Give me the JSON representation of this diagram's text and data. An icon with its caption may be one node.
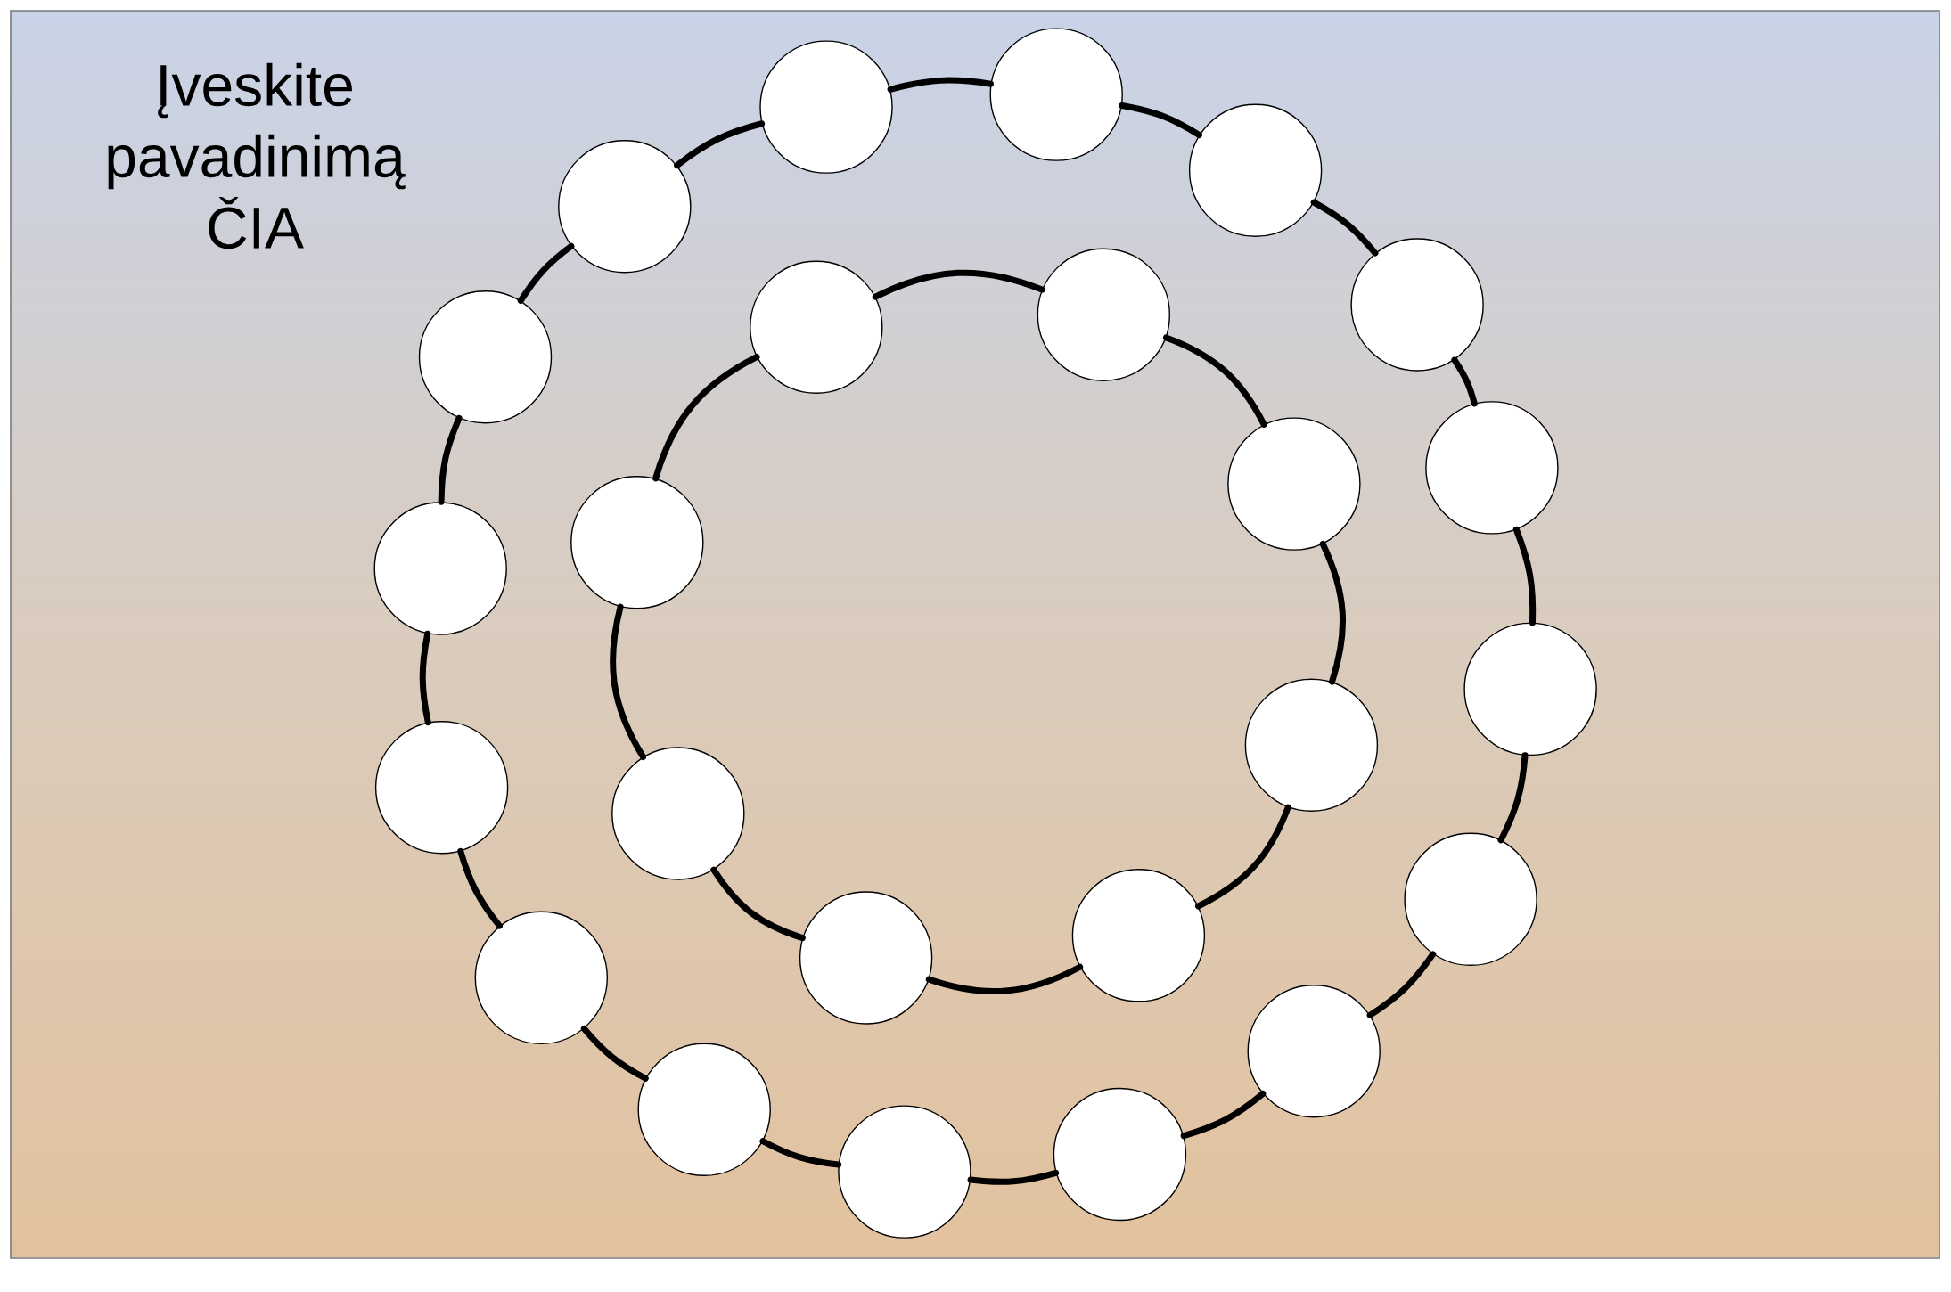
{
  "diagram": {
    "title": "Įveskite pavadinimą ČIA",
    "nodes": [
      {
        "text": [],
        "shape": "circle"
      },
      {
        "text": [],
        "shape": "circle"
      },
      {
        "text": [],
        "shape": "circle"
      },
      {
        "text": [],
        "shape": "circle"
      },
      {
        "text": [],
        "shape": "circle"
      },
      {
        "text": [],
        "shape": "circle"
      },
      {
        "text": [],
        "shape": "circle"
      },
      {
        "text": [],
        "shape": "circle"
      },
      {
        "text": [],
        "shape": "circle"
      },
      {
        "text": [],
        "shape": "circle"
      },
      {
        "text": [],
        "shape": "circle"
      },
      {
        "text": [],
        "shape": "circle"
      },
      {
        "text": [],
        "shape": "circle"
      },
      {
        "text": [],
        "shape": "circle"
      },
      {
        "text": [],
        "shape": "circle"
      },
      {
        "text": [],
        "shape": "circle"
      },
      {
        "text": [],
        "shape": "circle"
      },
      {
        "text": [],
        "shape": "circle"
      },
      {
        "text": [],
        "shape": "circle"
      },
      {
        "text": [],
        "shape": "circle"
      },
      {
        "text": [],
        "shape": "circle"
      },
      {
        "text": [],
        "shape": "circle"
      },
      {
        "text": [],
        "shape": "circle"
      },
      {
        "text": [],
        "shape": "circle"
      }
    ],
    "edges": [
      {
        "from": 0,
        "to": 1,
        "arrow": "none"
      },
      {
        "from": 1,
        "to": 2,
        "arrow": "none"
      },
      {
        "from": 2,
        "to": 3,
        "arrow": "none"
      },
      {
        "from": 3,
        "to": 4,
        "arrow": "none"
      },
      {
        "from": 4,
        "to": 5,
        "arrow": "none"
      },
      {
        "from": 5,
        "to": 6,
        "arrow": "none"
      },
      {
        "from": 6,
        "to": 7,
        "arrow": "none"
      },
      {
        "from": 7,
        "to": 8,
        "arrow": "none"
      },
      {
        "from": 8,
        "to": 9,
        "arrow": "none"
      },
      {
        "from": 9,
        "to": 10,
        "arrow": "none"
      },
      {
        "from": 10,
        "to": 11,
        "arrow": "none"
      },
      {
        "from": 11,
        "to": 12,
        "arrow": "none"
      },
      {
        "from": 12,
        "to": 13,
        "arrow": "none"
      },
      {
        "from": 13,
        "to": 14,
        "arrow": "none"
      },
      {
        "from": 14,
        "to": 15,
        "arrow": "none"
      },
      {
        "from": 15,
        "to": 0,
        "arrow": "none"
      },
      {
        "from": 16,
        "to": 17,
        "arrow": "none"
      },
      {
        "from": 17,
        "to": 18,
        "arrow": "none"
      },
      {
        "from": 18,
        "to": 19,
        "arrow": "none"
      },
      {
        "from": 19,
        "to": 20,
        "arrow": "none"
      },
      {
        "from": 20,
        "to": 21,
        "arrow": "none"
      },
      {
        "from": 21,
        "to": 22,
        "arrow": "none"
      },
      {
        "from": 22,
        "to": 23,
        "arrow": "none"
      },
      {
        "from": 23,
        "to": 16,
        "arrow": "none"
      }
    ]
  }
}
